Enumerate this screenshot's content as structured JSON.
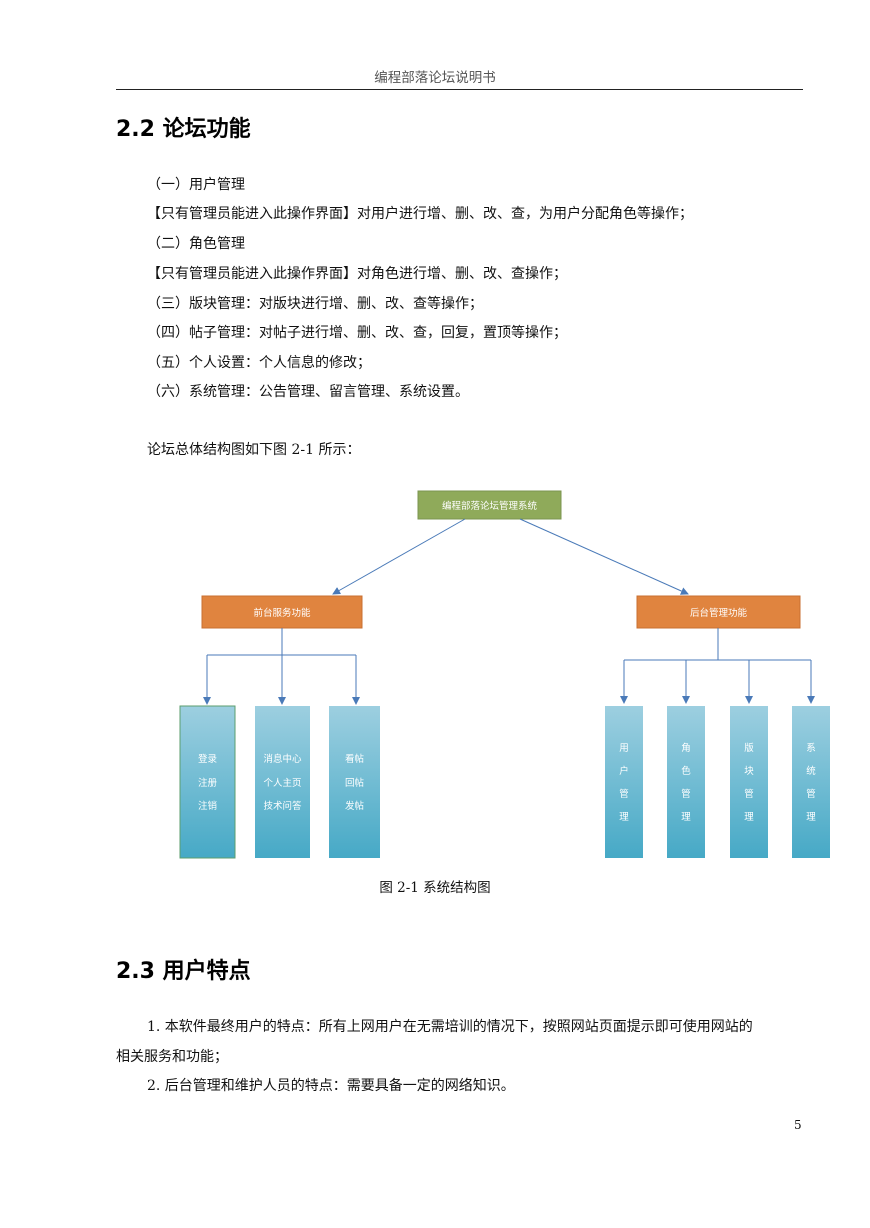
{
  "header": {
    "title": "编程部落论坛说明书"
  },
  "section_2_2": {
    "heading": "2.2  论坛功能",
    "items": [
      "（一）用户管理",
      "【只有管理员能进入此操作界面】对用户进行增、删、改、查，为用户分配角色等操作；",
      "（二）角色管理",
      "【只有管理员能进入此操作界面】对角色进行增、删、改、查操作；",
      "（三）版块管理：对版块进行增、删、改、查等操作；",
      "（四）帖子管理：对帖子进行增、删、改、查，回复，置顶等操作；",
      "（五）个人设置：个人信息的修改；",
      "（六）系统管理：公告管理、留言管理、系统设置。"
    ],
    "figure_intro": "论坛总体结构图如下图 2-1 所示："
  },
  "diagram": {
    "root": "编程部落论坛管理系统",
    "front": {
      "label": "前台服务功能",
      "children": [
        [
          "登录",
          "注册",
          "注销"
        ],
        [
          "消息中心",
          "个人主页",
          "技术问答"
        ],
        [
          "看帖",
          "回帖",
          "发帖"
        ]
      ]
    },
    "back": {
      "label": "后台管理功能",
      "children": [
        [
          "用",
          "户",
          "管",
          "理"
        ],
        [
          "角",
          "色",
          "管",
          "理"
        ],
        [
          "版",
          "块",
          "管",
          "理"
        ],
        [
          "系",
          "统",
          "管",
          "理"
        ]
      ]
    },
    "colors": {
      "root": "#8faa5a",
      "mid": "#e0843f",
      "leaf_top": "#9dcfe0",
      "leaf_bottom": "#46a9c6",
      "arrow": "#4a7ab8"
    }
  },
  "figure_caption": "图 2-1  系统结构图",
  "section_2_3": {
    "heading": "2.3  用户特点",
    "p1_line1": "1. 本软件最终用户的特点：所有上网用户在无需培训的情况下，按照网站页面提示即可使用网站的",
    "p1_line2": "相关服务和功能；",
    "p2": "2. 后台管理和维护人员的特点：需要具备一定的网络知识。"
  },
  "page_number": "5"
}
